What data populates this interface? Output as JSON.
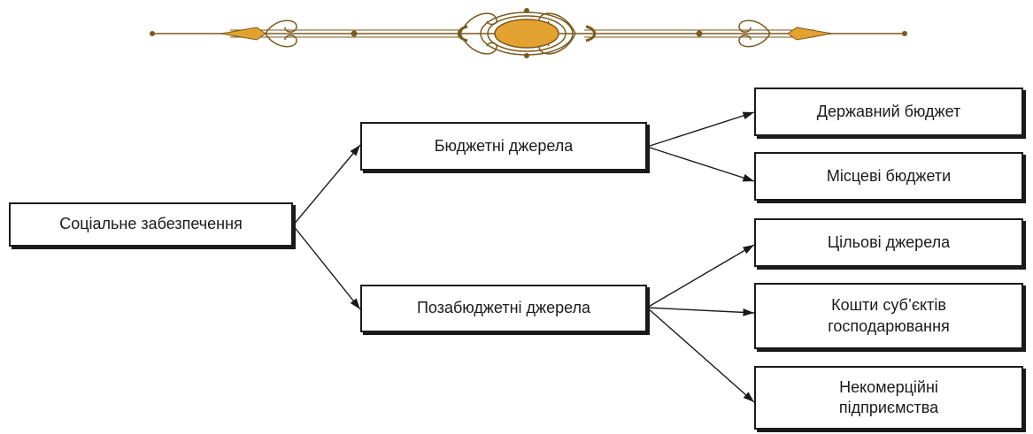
{
  "diagram": {
    "root": {
      "label": "Соціальне забезпечення"
    },
    "branches": [
      {
        "label": "Бюджетні джерела"
      },
      {
        "label": "Позабюджетні джерела"
      }
    ],
    "leaves": [
      {
        "line1": "Державний бюджет",
        "line2": ""
      },
      {
        "line1": "Місцеві бюджети",
        "line2": ""
      },
      {
        "line1": "Цільові джерела",
        "line2": ""
      },
      {
        "line1": "Кошти суб’єктів",
        "line2": "господарювання"
      },
      {
        "line1": "Некомерційні",
        "line2": "підприємства"
      }
    ]
  },
  "colors": {
    "ornament_gold": "#e3a12f",
    "ornament_brown": "#7a5a1e",
    "line": "#1a1a1a"
  }
}
